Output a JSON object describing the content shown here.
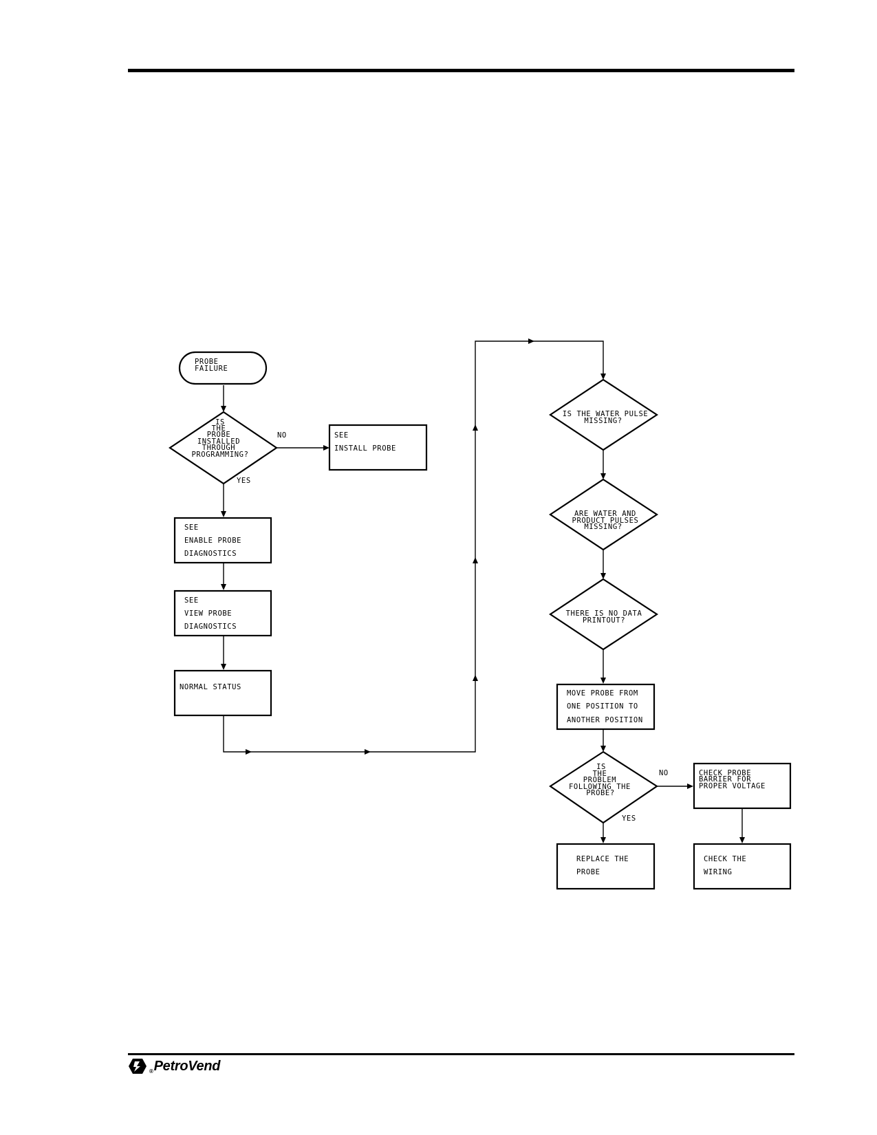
{
  "start": {
    "lines": [
      "PROBE",
      "FAILURE"
    ]
  },
  "decision_installed": {
    "lines": [
      "IS",
      "THE",
      "PROBE",
      "INSTALLED",
      "THROUGH",
      "PROGRAMMING?"
    ],
    "no_label": "NO",
    "yes_label": "YES"
  },
  "box_install": {
    "lines": [
      "SEE",
      "INSTALL PROBE"
    ]
  },
  "box_enable": {
    "lines": [
      "SEE",
      "ENABLE PROBE",
      "DIAGNOSTICS"
    ]
  },
  "box_view": {
    "lines": [
      "SEE",
      "VIEW PROBE",
      "DIAGNOSTICS"
    ]
  },
  "box_normal": {
    "lines": [
      "NORMAL STATUS"
    ]
  },
  "decision_water": {
    "lines": [
      "IS THE WATER PULSE",
      "MISSING?"
    ]
  },
  "decision_both": {
    "lines": [
      "ARE WATER AND",
      "PRODUCT PULSES",
      "MISSING?"
    ]
  },
  "decision_nodata": {
    "lines": [
      "THERE IS NO DATA",
      "PRINTOUT?"
    ]
  },
  "box_move": {
    "lines": [
      "MOVE PROBE FROM",
      "ONE POSITION TO",
      "ANOTHER POSITION"
    ]
  },
  "decision_following": {
    "lines": [
      "IS",
      "THE",
      "PROBLEM",
      "FOLLOWING THE",
      "PROBE?"
    ],
    "no_label": "NO",
    "yes_label": "YES"
  },
  "box_barrier": {
    "lines": [
      "CHECK PROBE",
      "BARRIER FOR",
      "PROPER VOLTAGE"
    ]
  },
  "box_replace": {
    "lines": [
      "REPLACE THE",
      "PROBE"
    ]
  },
  "box_wiring": {
    "lines": [
      "CHECK THE",
      "WIRING"
    ]
  },
  "footer": {
    "brand": "PetroVend",
    "brand_mark": "®"
  }
}
